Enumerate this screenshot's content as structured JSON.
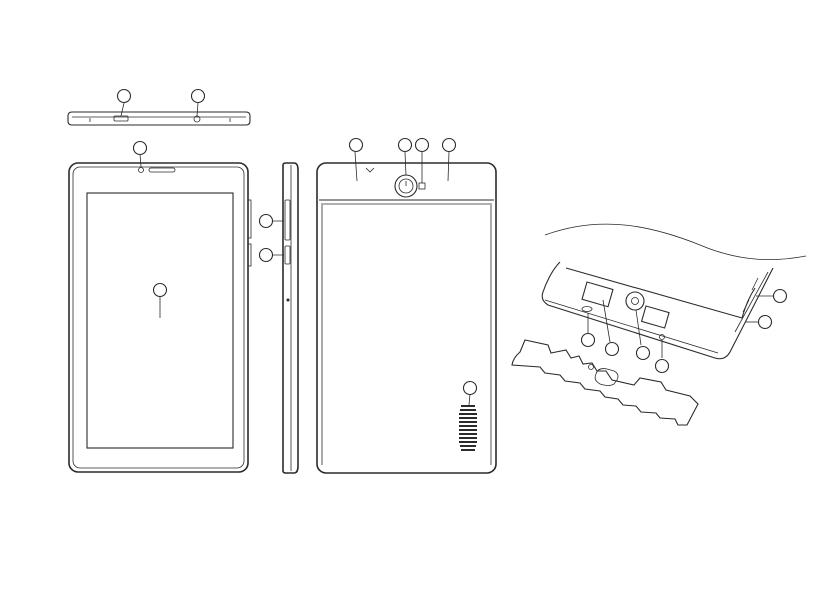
{
  "figure": {
    "views": [
      "top-edge-view",
      "front-view",
      "side-view",
      "back-view",
      "sim-slot-detail-view"
    ],
    "callout_count": 17,
    "colors": {
      "line": "#2b2b2b",
      "background": "#ffffff"
    }
  }
}
